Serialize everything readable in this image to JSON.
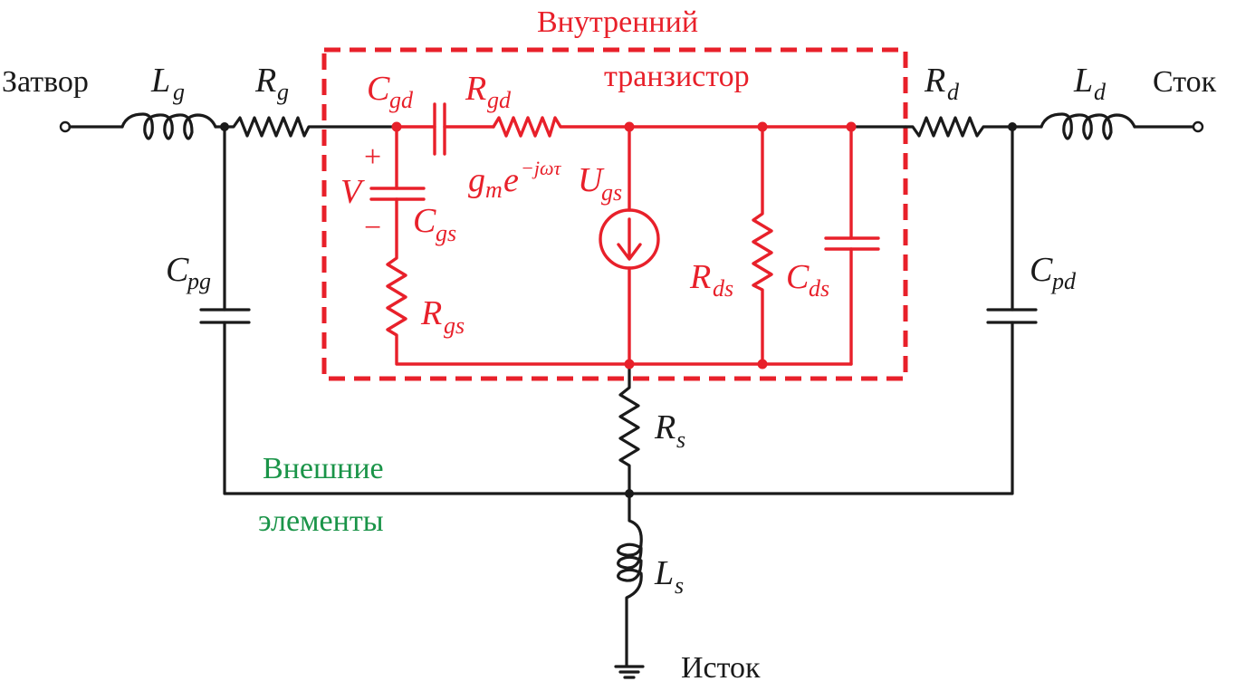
{
  "diagram": {
    "title": "Эквивалентная схема транзистора",
    "colors": {
      "external": "#1a1a1a",
      "internal": "#e8202a",
      "external_label": "#1a9448"
    },
    "terminals": {
      "gate": "Затвор",
      "drain": "Сток",
      "source": "Исток"
    },
    "groups": {
      "internal_line1": "Внутренний",
      "internal_line2": "транзистор",
      "external_line1": "Внешние",
      "external_line2": "элементы"
    },
    "components": {
      "Lg": {
        "main": "L",
        "sub": "g"
      },
      "Rg": {
        "main": "R",
        "sub": "g"
      },
      "Cpg": {
        "main": "C",
        "sub": "pg"
      },
      "Cgd": {
        "main": "C",
        "sub": "gd"
      },
      "Rgd": {
        "main": "R",
        "sub": "gd"
      },
      "Cgs": {
        "main": "C",
        "sub": "gs"
      },
      "Rgs": {
        "main": "R",
        "sub": "gs"
      },
      "Rds": {
        "main": "R",
        "sub": "ds"
      },
      "Cds": {
        "main": "C",
        "sub": "ds"
      },
      "Rd": {
        "main": "R",
        "sub": "d"
      },
      "Ld": {
        "main": "L",
        "sub": "d"
      },
      "Cpd": {
        "main": "C",
        "sub": "pd"
      },
      "Rs": {
        "main": "R",
        "sub": "s"
      },
      "Ls": {
        "main": "L",
        "sub": "s"
      }
    },
    "source_expr": {
      "gm": "g",
      "gm_sub": "m",
      "exp": "e",
      "exp_sup": "−jωτ",
      "U": "U",
      "U_sub": "gs"
    },
    "voltage": {
      "label": "V",
      "plus": "+",
      "minus": "−"
    }
  }
}
